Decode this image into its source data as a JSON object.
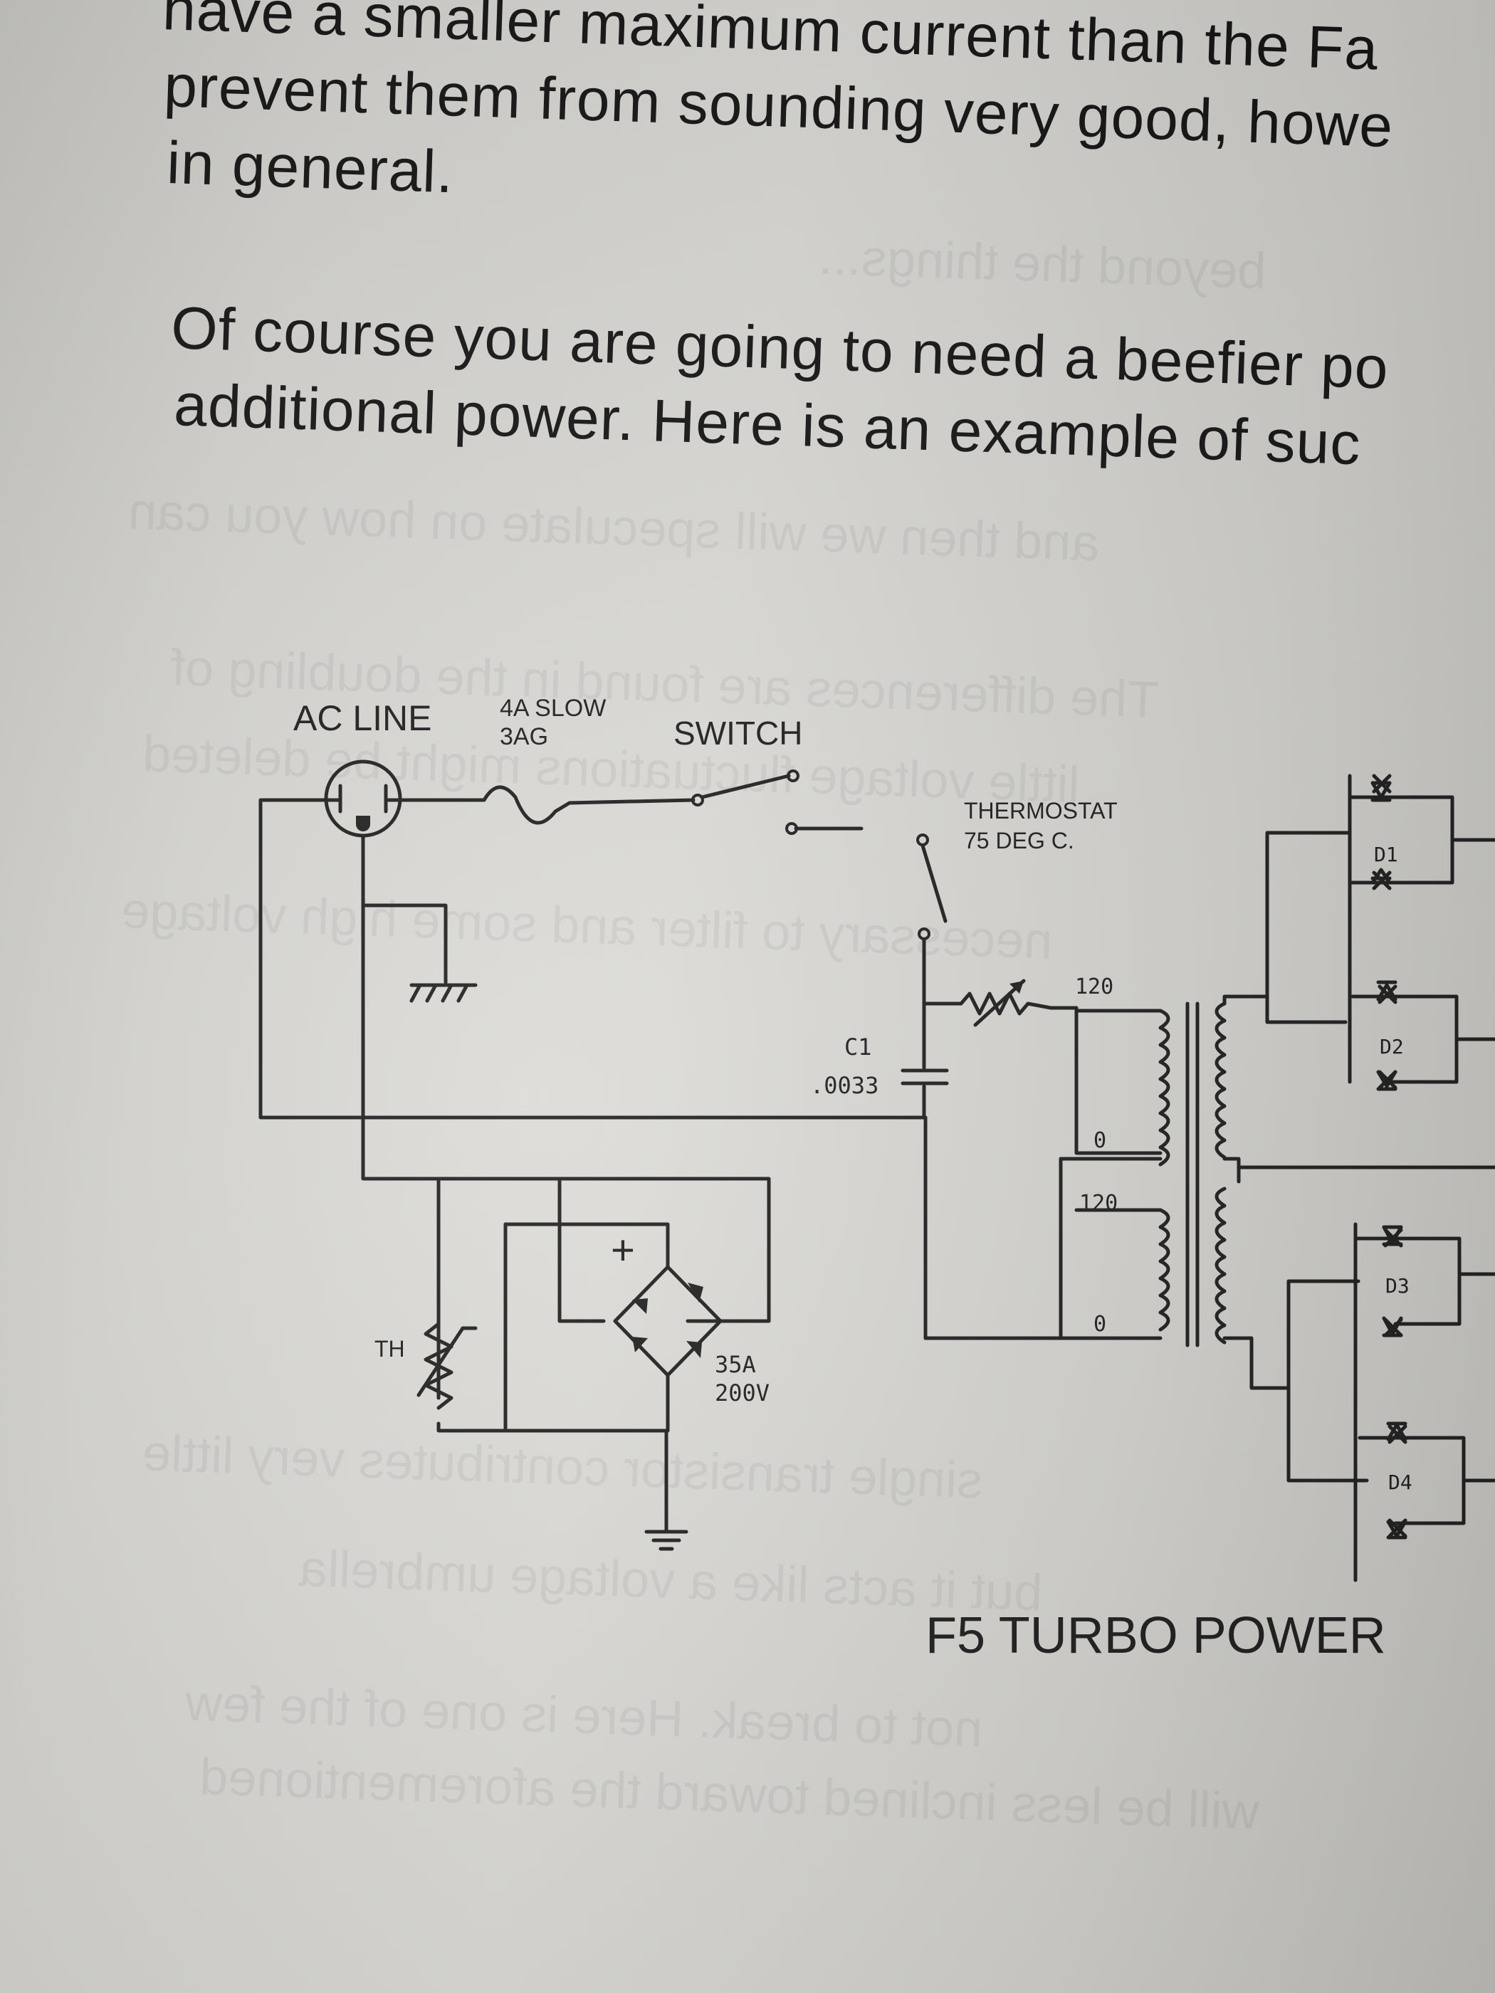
{
  "paragraph1": {
    "line1": "have a smaller maximum current than the Fa",
    "line2": "prevent them from sounding very good, howe",
    "line3": "in general."
  },
  "paragraph2": {
    "line1": "Of course you are going to need a beefier po",
    "line2": "additional power.  Here is an example of suc"
  },
  "schematic": {
    "ac_line": "AC LINE",
    "fuse_line1": "4A SLOW",
    "fuse_line2": "3AG",
    "switch": "SWITCH",
    "thermostat_line1": "THERMOSTAT",
    "thermostat_line2": "75 DEG C.",
    "c1_name": "C1",
    "c1_value": ".0033",
    "tap_120_upper": "120",
    "tap_0_upper": "0",
    "tap_120_lower": "120",
    "tap_0_lower": "0",
    "th": "TH",
    "bridge_plus": "+",
    "bridge_current": "35A",
    "bridge_voltage": "200V",
    "d1": "D1",
    "d2": "D2",
    "d3": "D3",
    "d4": "D4",
    "caption": "F5 TURBO POWER"
  }
}
